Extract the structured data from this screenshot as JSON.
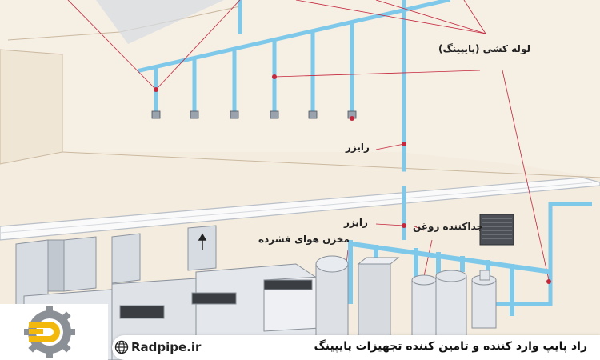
{
  "labels": {
    "piping": "لوله کشی (پایپینگ)",
    "riser_top": "رایزر",
    "riser_mid": "رایزر",
    "oil_separator": "جداکننده روغن",
    "air_tank": "مخزن هوای فشرده"
  },
  "footer": {
    "website": "Radpipe.ir",
    "company": "راد پایپ وارد کننده و تامین کننده تجهیزات پایپینگ"
  },
  "colors": {
    "pipe": "#7ec8ea",
    "wall": "#f4ecdf",
    "marker": "#c4263c",
    "machine": "#e4e7ec"
  },
  "icons": [
    "globe-icon",
    "radpipe-logo-icon",
    "up-arrow-icon"
  ]
}
